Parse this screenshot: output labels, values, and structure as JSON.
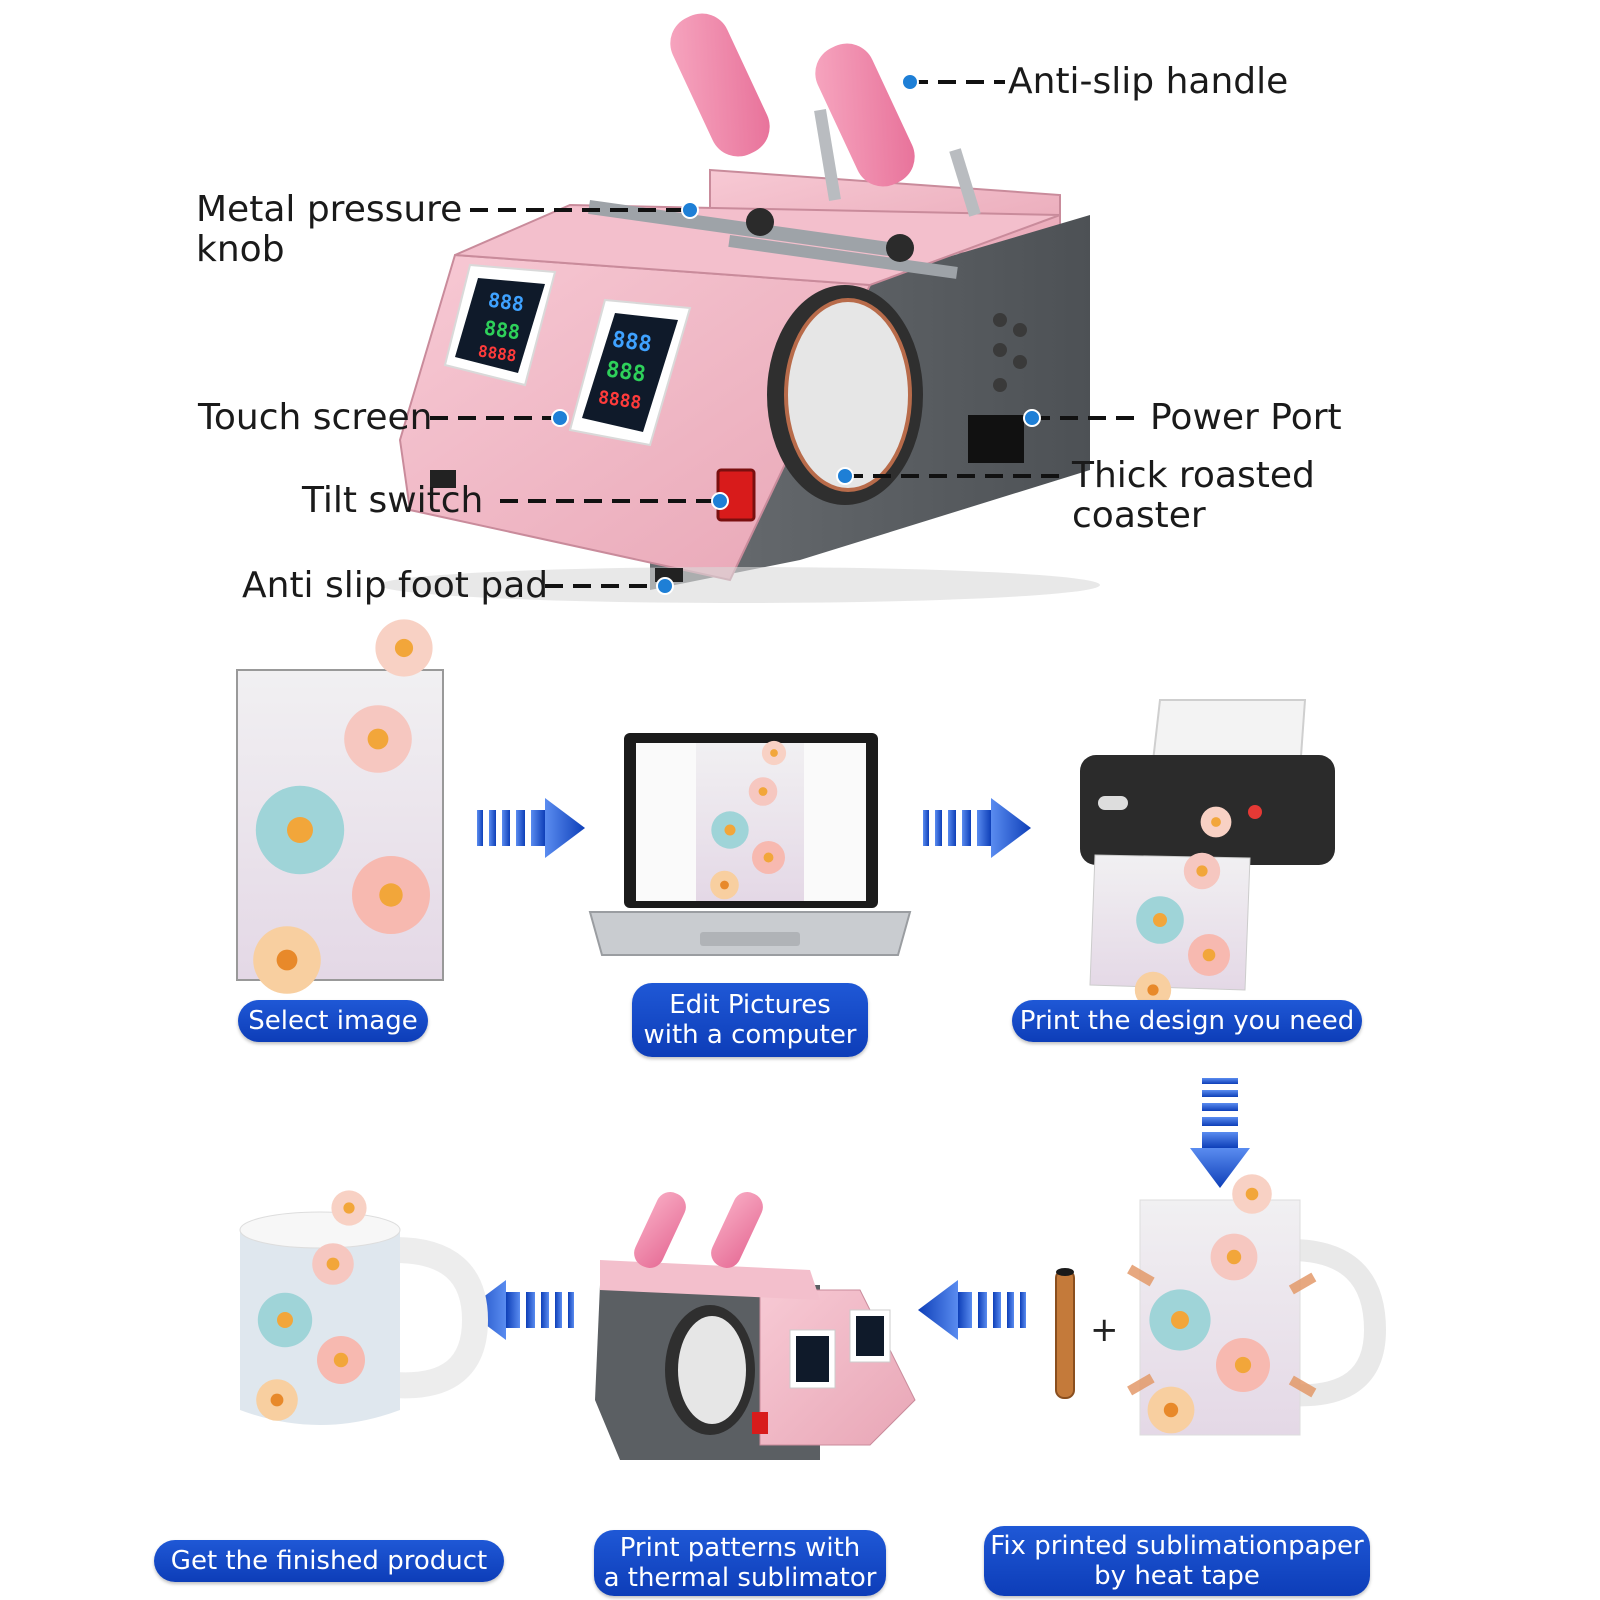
{
  "callouts": {
    "anti_slip_handle": "Anti-slip handle",
    "metal_pressure_knob_line1": "Metal pressure",
    "metal_pressure_knob_line2": "knob",
    "touch_screen": "Touch screen",
    "power_port": "Power Port",
    "tilt_switch": "Tilt switch",
    "thick_roasted_coaster_line1": "Thick roasted",
    "thick_roasted_coaster_line2": "coaster",
    "anti_slip_foot_pad": "Anti slip foot pad"
  },
  "display_digits": "888",
  "display_digits_red": "8888",
  "plus_sign": "+",
  "steps": {
    "select_image": "Select image",
    "edit_line1": "Edit Pictures",
    "edit_line2": "with a computer",
    "print_design": "Print the design you need",
    "fix_line1": "Fix printed sublimationpaper",
    "fix_line2": "by heat tape",
    "print_patterns_line1": "Print patterns with",
    "print_patterns_line2": "a thermal sublimator",
    "finished": "Get the finished product"
  },
  "colors": {
    "pill_blue": "#1447c9",
    "arrow_blue": "#1b4fd0",
    "machine_pink": "#f0b6c4",
    "machine_gray": "#5b5f63",
    "dot_blue": "#1e7fd6"
  }
}
